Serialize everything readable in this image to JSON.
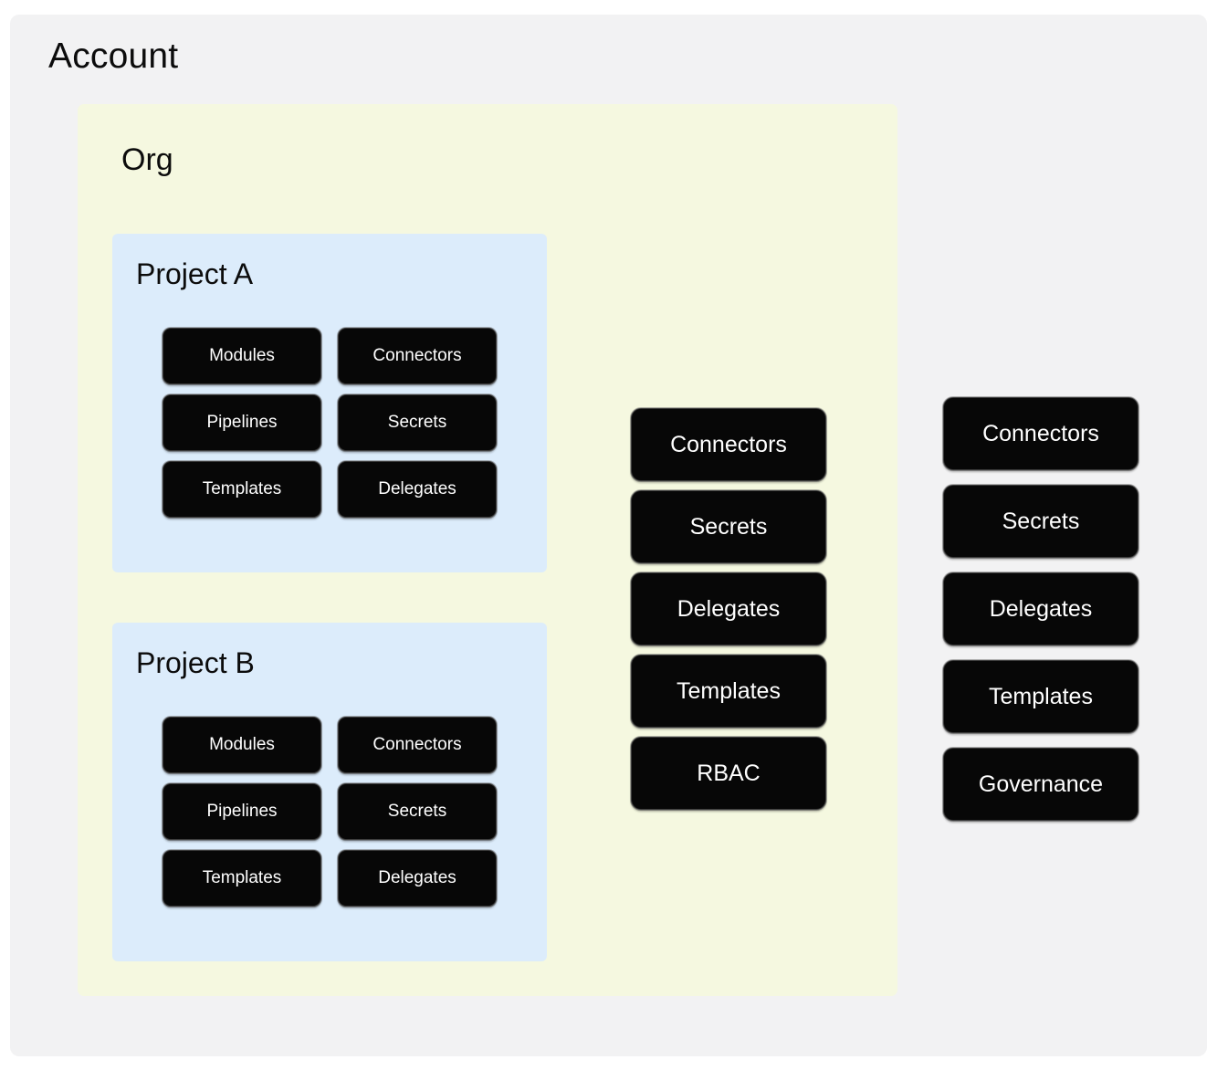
{
  "diagram": {
    "type": "nested-scope-hierarchy",
    "title": "Account"
  },
  "account": {
    "label": "Account",
    "bg_color": "#F2F2F3",
    "resources": [
      {
        "label": "Connectors"
      },
      {
        "label": "Secrets"
      },
      {
        "label": "Delegates"
      },
      {
        "label": "Templates"
      },
      {
        "label": "Governance"
      }
    ]
  },
  "org": {
    "label": "Org",
    "bg_color": "#F5F8E0",
    "resources": [
      {
        "label": "Connectors"
      },
      {
        "label": "Secrets"
      },
      {
        "label": "Delegates"
      },
      {
        "label": "Templates"
      },
      {
        "label": "RBAC"
      }
    ]
  },
  "projects": [
    {
      "label": "Project A",
      "bg_color": "#DCECFB",
      "resources": [
        {
          "label": "Modules"
        },
        {
          "label": "Connectors"
        },
        {
          "label": "Pipelines"
        },
        {
          "label": "Secrets"
        },
        {
          "label": "Templates"
        },
        {
          "label": "Delegates"
        }
      ]
    },
    {
      "label": "Project B",
      "bg_color": "#DCECFB",
      "resources": [
        {
          "label": "Modules"
        },
        {
          "label": "Connectors"
        },
        {
          "label": "Pipelines"
        },
        {
          "label": "Secrets"
        },
        {
          "label": "Templates"
        },
        {
          "label": "Delegates"
        }
      ]
    }
  ],
  "colors": {
    "page_background": "#FFFFFF",
    "account_scope": "#F2F2F3",
    "org_scope": "#F5F8E0",
    "project_scope": "#DCECFB",
    "chip_fill": "#070707",
    "chip_text": "#FFFFFF",
    "title_text": "#0C0C0C"
  }
}
